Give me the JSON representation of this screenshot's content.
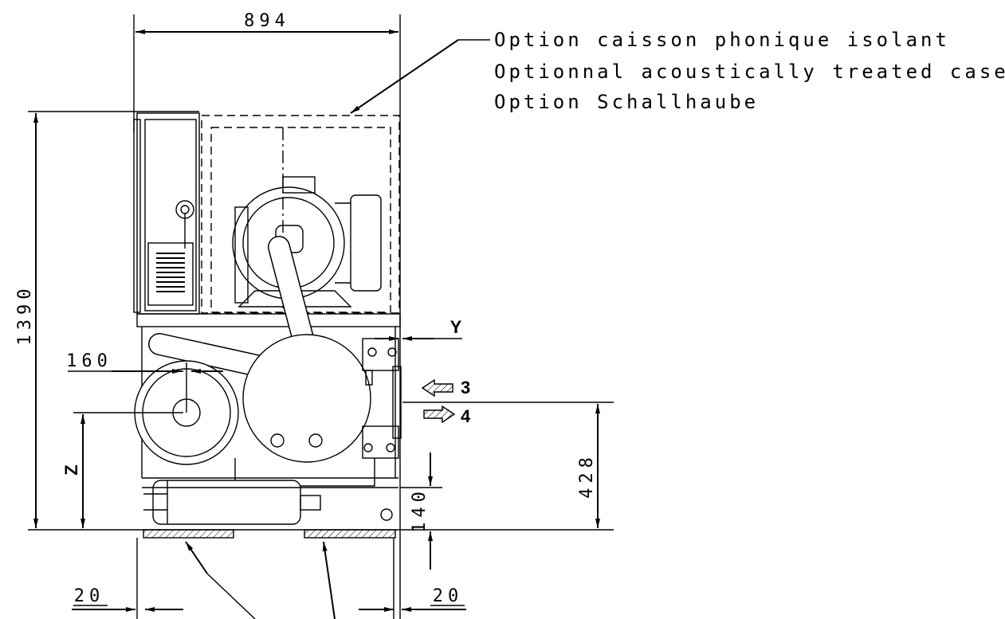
{
  "note": {
    "line1": "Option caisson phonique isolant",
    "line2": "Optionnal acoustically treated case",
    "line3": "Option Schallhaube"
  },
  "dimensions": {
    "width": "894",
    "height": "1390",
    "pulley_offset": "160",
    "outlet_height": "428",
    "base_height": "140",
    "left_margin": "20",
    "right_margin": "20"
  },
  "labels": {
    "y": "Y",
    "z": "Z",
    "inlet": "3",
    "outlet": "4"
  }
}
